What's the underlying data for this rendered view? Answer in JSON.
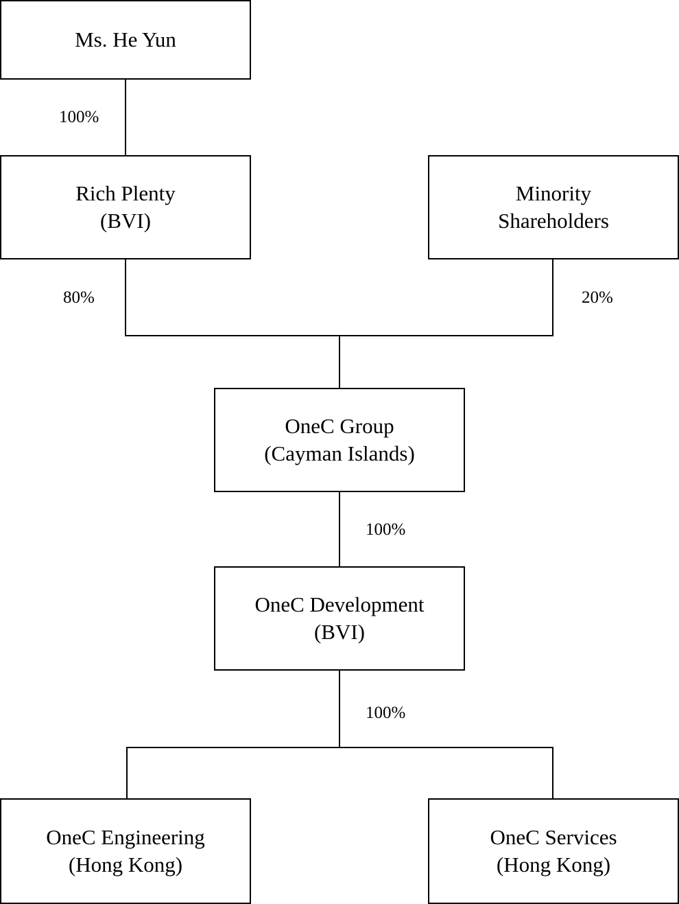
{
  "entities": {
    "he_yun": {
      "lines": [
        "Ms. He Yun"
      ]
    },
    "rich_plenty": {
      "lines": [
        "Rich Plenty",
        "(BVI)"
      ]
    },
    "minority": {
      "lines": [
        "Minority",
        "Shareholders"
      ]
    },
    "onec_group": {
      "lines": [
        "OneC Group",
        "(Cayman Islands)"
      ]
    },
    "onec_development": {
      "lines": [
        "OneC Development",
        "(BVI)"
      ]
    },
    "onec_engineering": {
      "lines": [
        "OneC Engineering",
        "(Hong Kong)"
      ]
    },
    "onec_services": {
      "lines": [
        "OneC Services",
        "(Hong Kong)"
      ]
    }
  },
  "ownership": {
    "he_yun_to_rich_plenty": "100%",
    "rich_plenty_to_group": "80%",
    "minority_to_group": "20%",
    "group_to_development": "100%",
    "development_to_subsidiaries": "100%"
  }
}
